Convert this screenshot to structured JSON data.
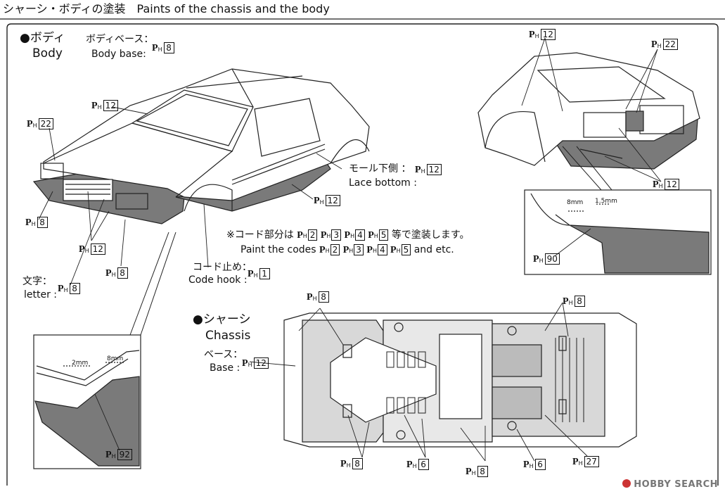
{
  "header": {
    "title": "シャーシ・ボディの塗装　Paints of the chassis and the body"
  },
  "body_section": {
    "title_jp": "●ボディ",
    "title_en": "Body",
    "base_jp": "ボディベース：",
    "base_en": "Body base:",
    "base_code": "8"
  },
  "chassis_section": {
    "title_jp": "●シャーシ",
    "title_en": "Chassis",
    "base_jp": "ベース：",
    "base_en": "Base :",
    "base_code": "12"
  },
  "labels": {
    "mold_jp": "モール下側 ：",
    "mold_en": "Lace bottom :",
    "codes_jp": "※コード部分は",
    "codes_jp_tail": "等で塗装します。",
    "codes_en": "Paint the codes",
    "codes_en_tail": "and etc.",
    "hook_jp": "コード止め：",
    "hook_en": "Code hook :",
    "letter_jp": "文字：",
    "letter_en": "letter :",
    "dim_8mm": "8mm",
    "dim_15mm": "1.5mm",
    "dim_2mm": "2mm",
    "dim_8mm_b": "8mm"
  },
  "codes": {
    "c1": "1",
    "c2": "2",
    "c3": "3",
    "c4": "4",
    "c5": "5",
    "c6": "6",
    "c8": "8",
    "c12": "12",
    "c22": "22",
    "c27": "27",
    "c90": "90",
    "c92": "92"
  },
  "watermark": "HOBBY SEARCH",
  "colors": {
    "ink": "#111111",
    "body_shade": "#7a7a7a",
    "chassis_shade": "#d8d8d8",
    "line": "#222222"
  }
}
